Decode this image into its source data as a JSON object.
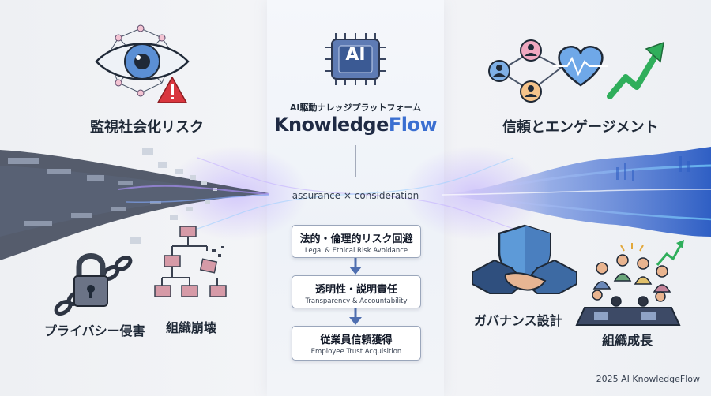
{
  "center": {
    "subtitle": "AI駆動ナレッジプラットフォーム",
    "brand_main": "Knowledge",
    "brand_accent": "Flow",
    "chip_label": "AI",
    "tagline": "assurance × consideration",
    "steps": [
      {
        "jp": "法的・倫理的リスク回避",
        "en": "Legal & Ethical Risk Avoidance"
      },
      {
        "jp": "透明性・説明責任",
        "en": "Transparency & Accountability"
      },
      {
        "jp": "従業員信頼獲得",
        "en": "Employee Trust Acquisition"
      }
    ]
  },
  "left": {
    "top_label": "監視社会化リスク",
    "bottom_left_label": "プライバシー侵害",
    "bottom_right_label": "組織崩壊"
  },
  "right": {
    "top_label": "信頼とエンゲージメント",
    "bottom_left_label": "ガバナンス設計",
    "bottom_right_label": "組織成長"
  },
  "footer": "2025 AI KnowledgeFlow",
  "colors": {
    "accent_blue": "#3b6fd1",
    "warning_red": "#d9363e",
    "growth_green": "#2fae5b",
    "wave_purple": "#8b7bd8"
  },
  "icons": [
    "eye-icon",
    "warning-icon",
    "ai-chip-icon",
    "network-people-icon",
    "heart-icon",
    "growth-arrow-icon",
    "padlock-chain-icon",
    "broken-org-chart-icon",
    "handshake-shield-icon",
    "team-meeting-icon",
    "arrow-down-icon"
  ]
}
